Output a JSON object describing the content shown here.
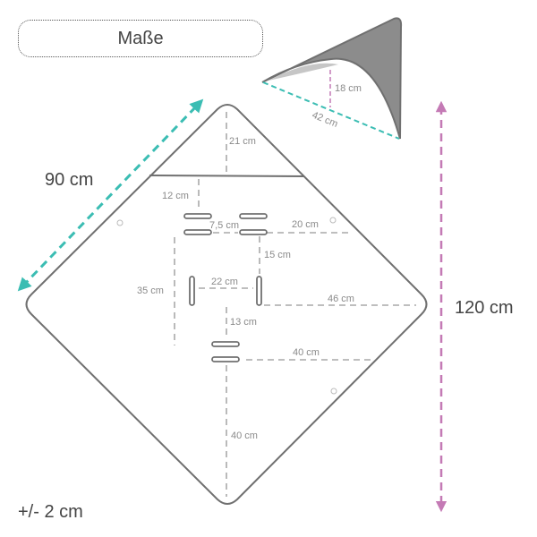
{
  "title": "Maße",
  "tolerance": "+/- 2 cm",
  "overall": {
    "width": "90 cm",
    "height": "120 cm"
  },
  "hood": {
    "depth": "18 cm",
    "edge": "42 cm"
  },
  "measurements": {
    "hood_height": "21 cm",
    "slot_offset_top": "12 cm",
    "slot_gap_horizontal": "7,5 cm",
    "slot_to_edge_upper": "20 cm",
    "slot_vertical_gap": "15 cm",
    "side_span": "35 cm",
    "center_slot_gap": "22 cm",
    "middle_to_edge": "46 cm",
    "lower_gap": "13 cm",
    "lower_to_edge": "40 cm",
    "bottom_length": "40 cm"
  },
  "colors": {
    "outline": "#707070",
    "dash": "#a9a9a9",
    "teal": "#3bbdb3",
    "pink": "#c47ab5",
    "hood_fill": "#8c8c8c"
  }
}
